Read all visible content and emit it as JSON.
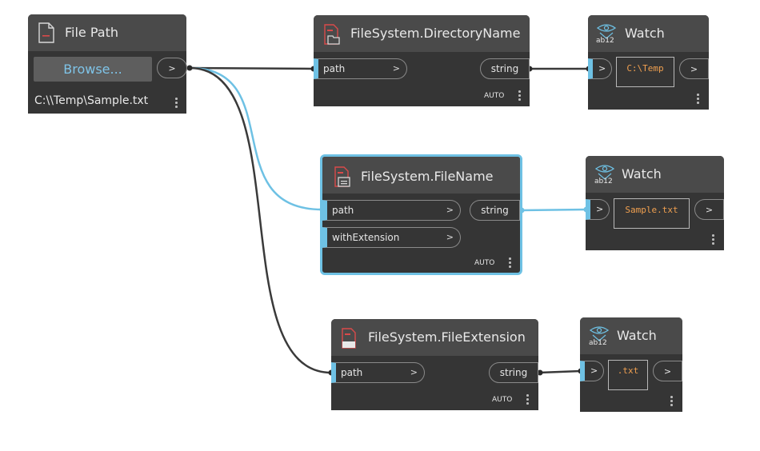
{
  "colors": {
    "canvas": "#ffffff",
    "node_body": "#353535",
    "node_header": "#4a4a4a",
    "port_accent": "#6ec1e4",
    "wire_default": "#3a3a3a",
    "wire_selected": "#6ec1e4",
    "watch_value": "#f0a050",
    "browse_text": "#7fc4e8",
    "node_icon_red": "#d94a4a"
  },
  "file_path_node": {
    "title": "File Path",
    "icon": "document-icon",
    "browse_label": "Browse...",
    "output_chevron": ">",
    "value": "C:\\\\Temp\\Sample.txt"
  },
  "dir_node": {
    "title": "FileSystem.DirectoryName",
    "icon": "file-folder-icon",
    "input_label": "path",
    "input_chevron": ">",
    "output_label": "string",
    "mode": "AUTO"
  },
  "filename_node": {
    "title": "FileSystem.FileName",
    "icon": "file-doc-icon",
    "inputs": [
      {
        "label": "path",
        "chevron": ">"
      },
      {
        "label": "withExtension",
        "chevron": ">"
      }
    ],
    "output_label": "string",
    "mode": "AUTO"
  },
  "ext_node": {
    "title": "FileSystem.FileExtension",
    "icon": "file-extension-icon",
    "input_label": "path",
    "input_chevron": ">",
    "output_label": "string",
    "mode": "AUTO"
  },
  "watch_nodes": [
    {
      "title": "Watch",
      "icon": "watch-icon",
      "icon_text": "ab12",
      "in_chevron": ">",
      "out_chevron": ">",
      "value": "C:\\Temp"
    },
    {
      "title": "Watch",
      "icon": "watch-icon",
      "icon_text": "ab12",
      "in_chevron": ">",
      "out_chevron": ">",
      "value": "Sample.txt"
    },
    {
      "title": "Watch",
      "icon": "watch-icon",
      "icon_text": "ab12",
      "in_chevron": ">",
      "out_chevron": ">",
      "value": ".txt"
    }
  ]
}
